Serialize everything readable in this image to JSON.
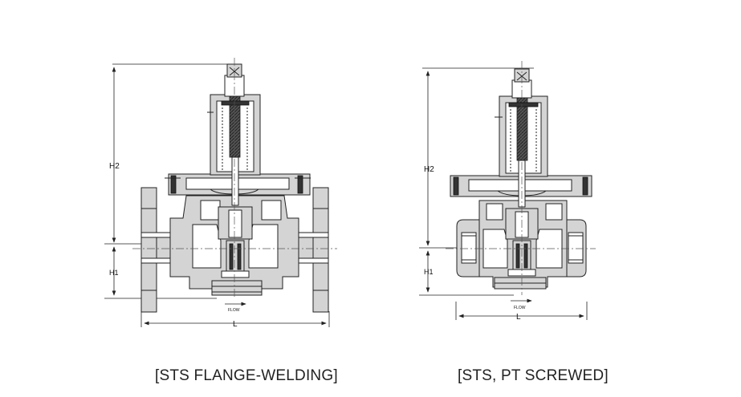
{
  "diagrams": [
    {
      "caption": "[STS FLANGE-WELDING]",
      "dimensions": {
        "h2": "H2",
        "h1": "H1",
        "l": "L"
      },
      "flow_label": "FLOW"
    },
    {
      "caption": "[STS, PT SCREWED]",
      "dimensions": {
        "h2": "H2",
        "h1": "H1",
        "l": "L"
      },
      "flow_label": "FLOW"
    }
  ]
}
